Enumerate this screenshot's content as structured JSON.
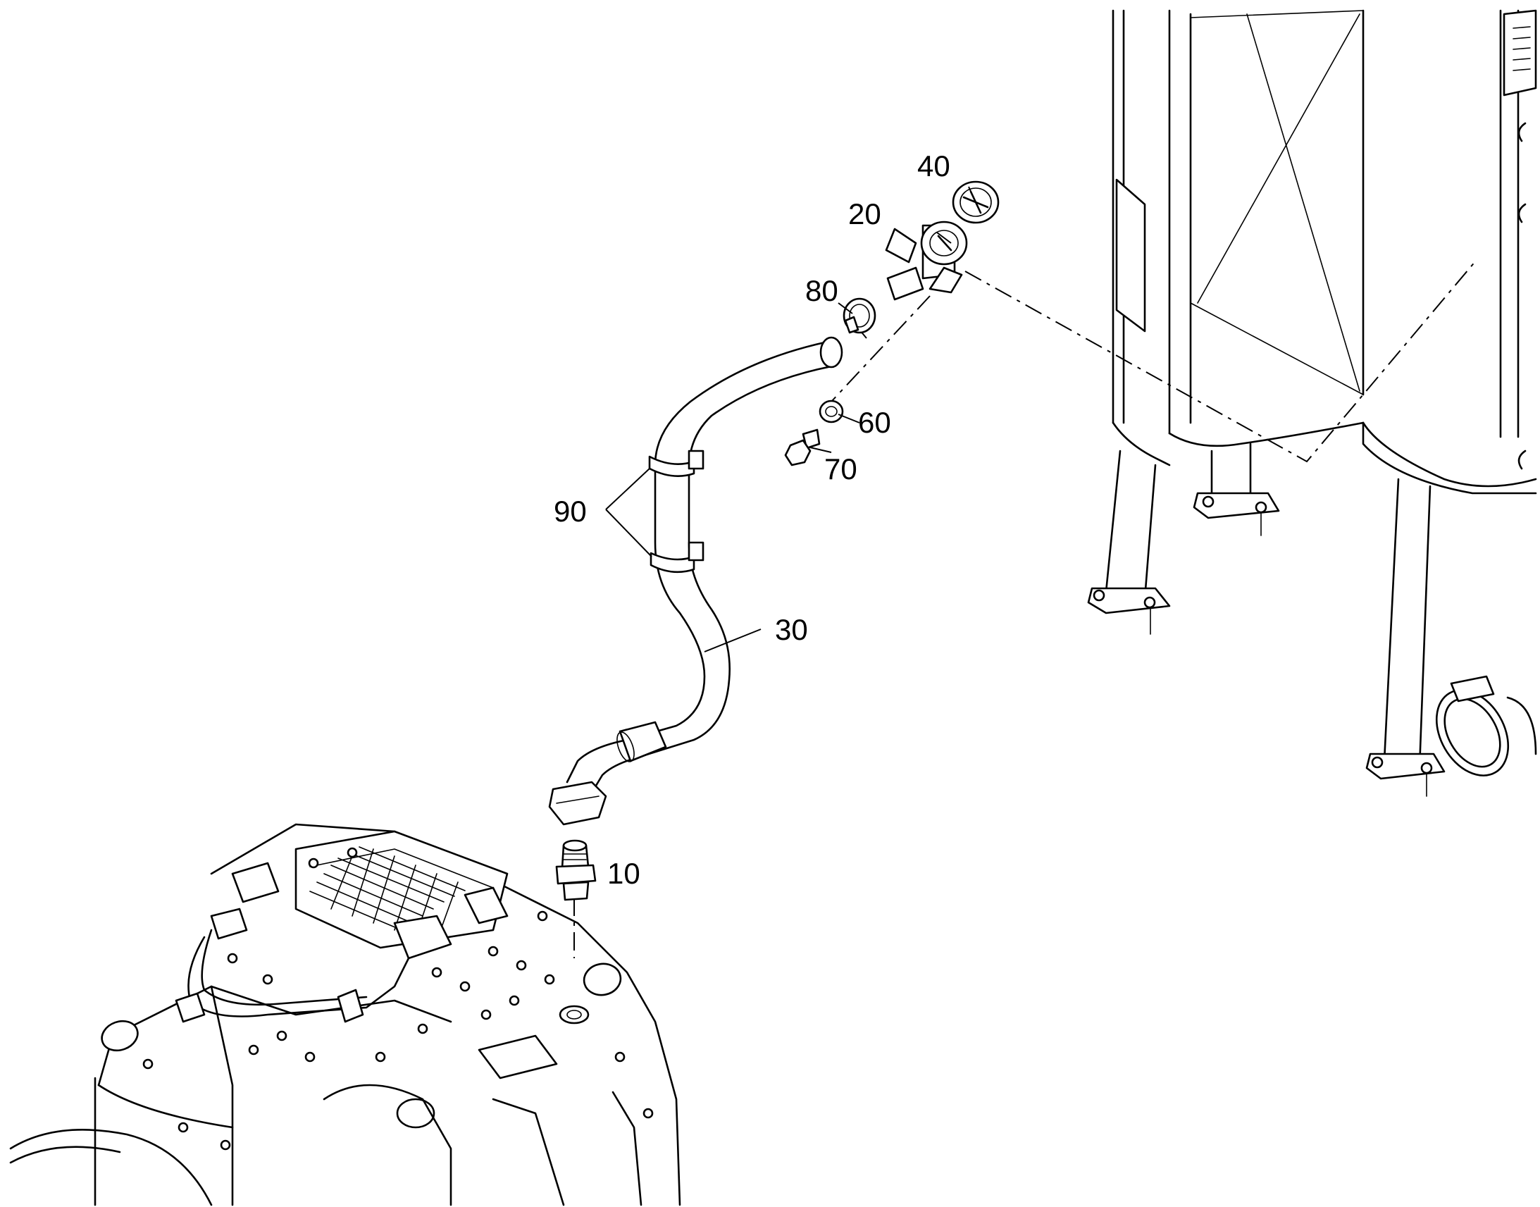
{
  "callouts": {
    "c10": "10",
    "c20": "20",
    "c30": "30",
    "c40": "40",
    "c60": "60",
    "c70": "70",
    "c80": "80",
    "c90": "90"
  },
  "colors": {
    "line": "#000000",
    "background": "#ffffff"
  }
}
